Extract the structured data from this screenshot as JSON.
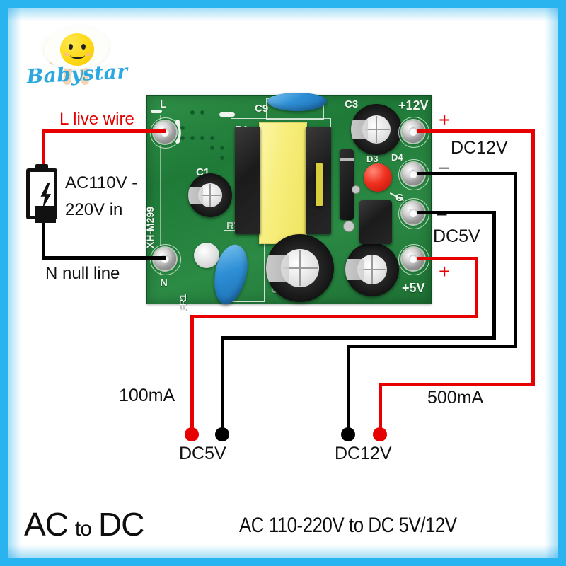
{
  "frame": {
    "outer_color": "#29b4f0",
    "inner_color": "#a9e0f8"
  },
  "logo": {
    "brand": "Babystar",
    "icon": "fried-egg-mascot",
    "brand_color": "#2ba8e0"
  },
  "board": {
    "model_silkscreen": "XH-M299",
    "silkscreen": {
      "l": "L",
      "n": "N",
      "c1": "C1",
      "c3": "C3",
      "c9": "C9",
      "c10": "C10",
      "b1": "B1",
      "d3": "D3",
      "d4": "D4",
      "g": "G",
      "fr1": "FR1",
      "rv1": "RV1",
      "plus12": "+12V",
      "plus5": "+5V"
    }
  },
  "input": {
    "live_label": "L live wire",
    "null_label": "N null line",
    "source_line1": "AC110V -",
    "source_line2": "220V in",
    "source_icon": "battery-bolt-icon"
  },
  "output": {
    "dc12v_label": "DC12V",
    "dc5v_label": "DC5V",
    "plus_sign": "+",
    "minus_sign": "–",
    "current_12v": "500mA",
    "current_5v": "100mA",
    "terminal_dc5v": "DC5V",
    "terminal_dc12v": "DC12V"
  },
  "footer": {
    "title_main_1": "AC",
    "title_main_small": "to",
    "title_main_2": "DC",
    "subtitle": "AC 110-220V to DC 5V/12V"
  },
  "colors": {
    "wire_live": "#e60000",
    "wire_null": "#000000",
    "pcb_green": "#26823f",
    "transformer_yellow": "#f7ee7d"
  }
}
